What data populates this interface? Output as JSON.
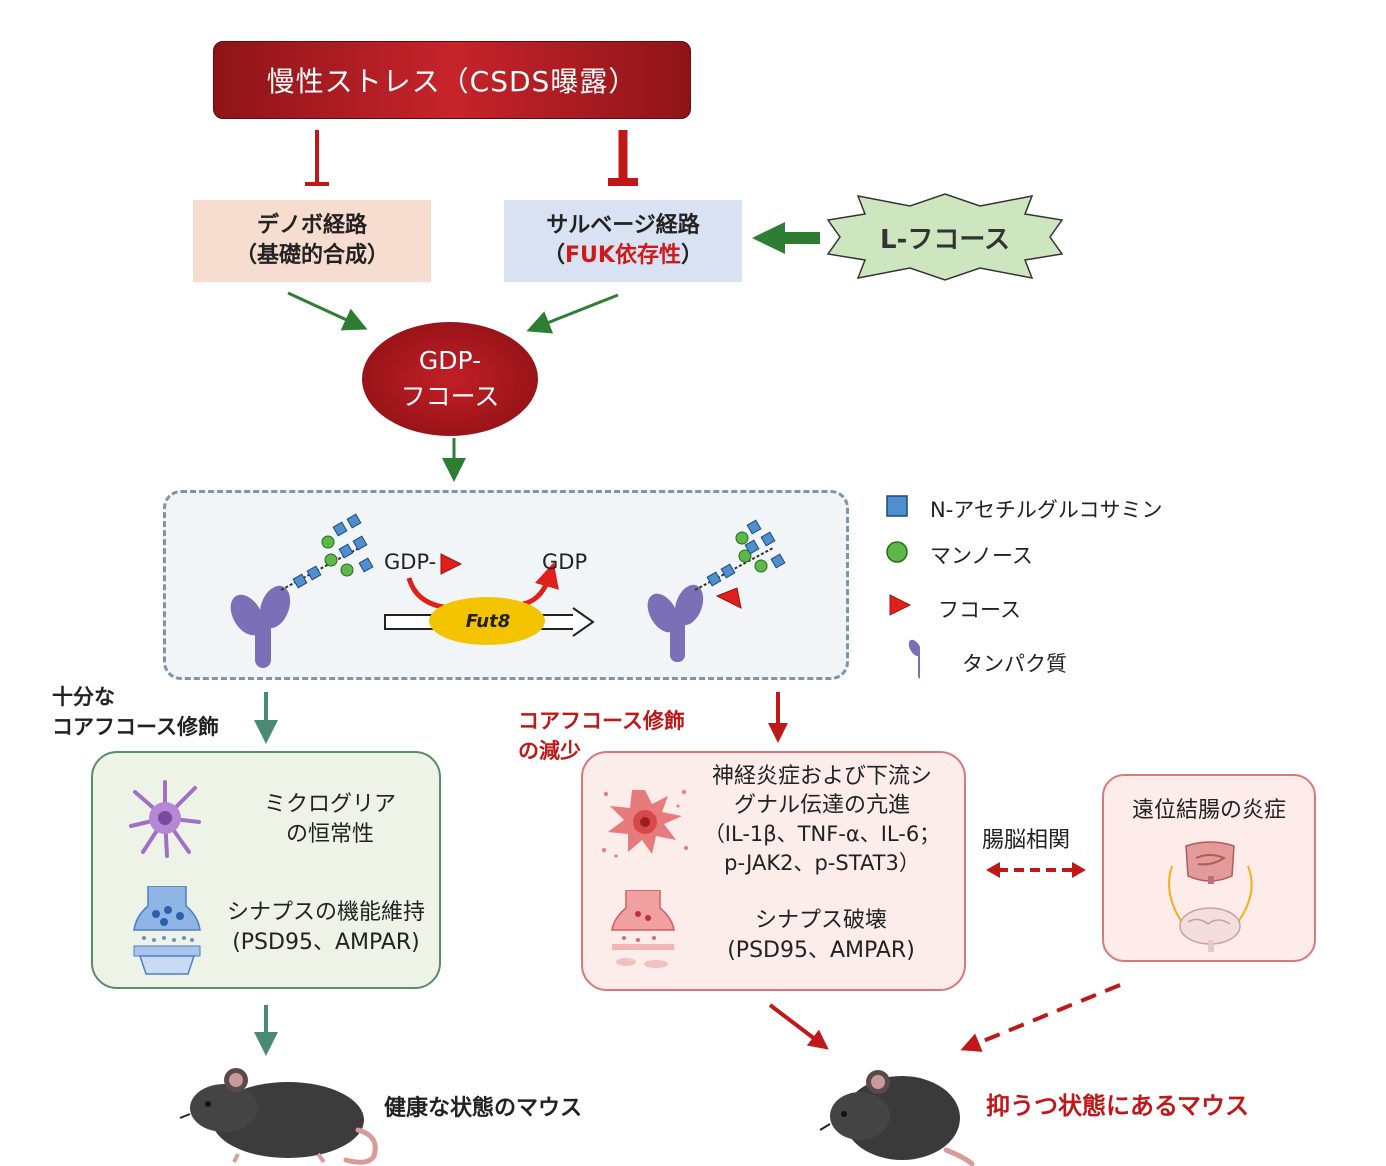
{
  "stress": {
    "label": "慢性ストレス（CSDS曝露）"
  },
  "de_novo": {
    "line1": "デノボ経路",
    "line2": "（基礎的合成）"
  },
  "salvage": {
    "line1": "サルベージ経路",
    "line2_open": "（",
    "line2_red": "FUK依存性",
    "line2_close": "）"
  },
  "l_fucose": {
    "label": "L-フコース"
  },
  "gdp_fucose": {
    "line1": "GDP-",
    "line2": "フコース"
  },
  "reaction": {
    "substrate": "GDP-",
    "product": "GDP",
    "enzyme": "Fut8"
  },
  "legend": {
    "glcnac": "N-アセチルグルコサミン",
    "mannose": "マンノース",
    "fucose": "フコース",
    "protein": "タンパク質"
  },
  "healthy_branch": {
    "label_line1": "十分な",
    "label_line2": "コアフコース修飾",
    "microglia_line1": "ミクログリア",
    "microglia_line2": "の恒常性",
    "synapse_line1": "シナプスの機能維持",
    "synapse_line2": "(PSD95、AMPAR)",
    "mouse_label": "健康な状態のマウス"
  },
  "depressed_branch": {
    "label_line1": "コアフコース修飾",
    "label_line2": "の減少",
    "inflam_line1": "神経炎症および下流シ",
    "inflam_line2": "グナル伝達の亢進",
    "inflam_line3": "（IL-1β、TNF-α、IL-6；",
    "inflam_line4": "p-JAK2、p-STAT3）",
    "synapse_line1": "シナプス破壊",
    "synapse_line2": "(PSD95、AMPAR)",
    "mouse_label": "抑うつ状態にあるマウス"
  },
  "gut_brain": {
    "label": "腸脳相関"
  },
  "colitis": {
    "label": "遠位結腸の炎症"
  },
  "colors": {
    "dark_red": "#a81a1f",
    "green_arrow": "#2e7d32",
    "teal_arrow": "#4a8a72",
    "red_arrow": "#c01818",
    "glcnac_blue": "#4f8fd0",
    "mannose_green": "#5db84a",
    "protein_purple": "#7b6fb8",
    "fut8_yellow": "#f4c400"
  }
}
